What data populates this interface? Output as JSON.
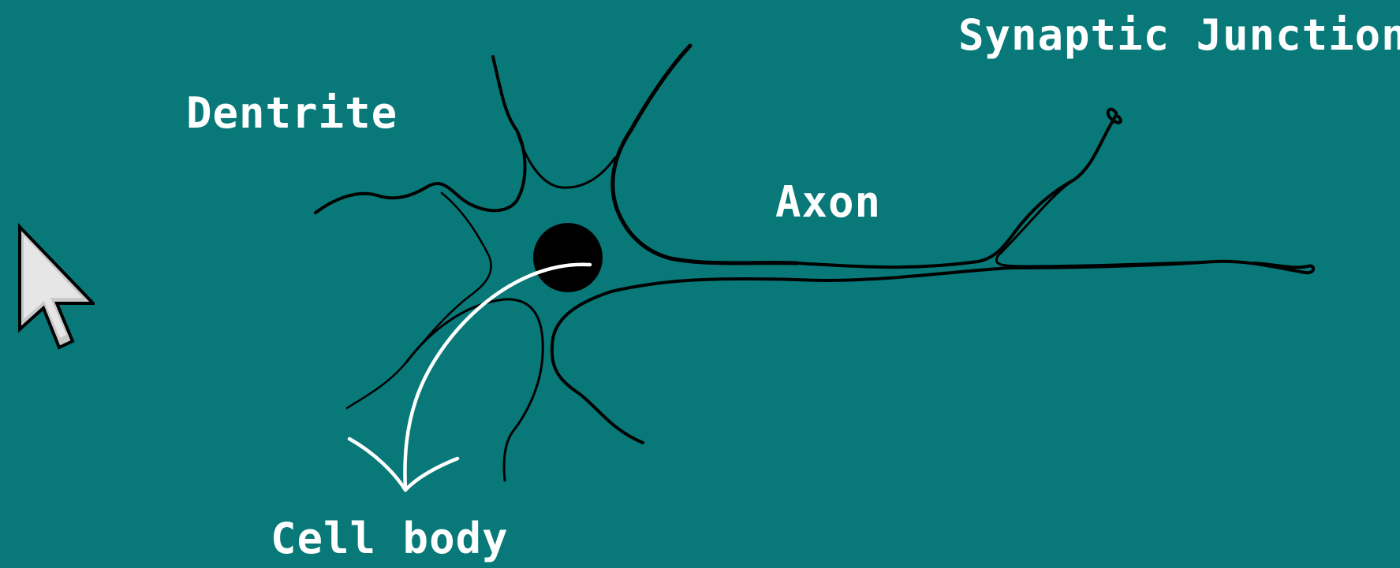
{
  "background_color": "#087878",
  "labels": {
    "dentrite": "Dentrite",
    "axon": "Axon",
    "synaptic_junction": "Synaptic Junction",
    "cell_body": "Cell body"
  },
  "colors": {
    "label_text": "#ffffff",
    "neuron_outline": "#000000",
    "nucleus": "#000000",
    "callout_arrow": "#ffffff"
  },
  "cursor": {
    "icon": "mouse-pointer-icon"
  }
}
